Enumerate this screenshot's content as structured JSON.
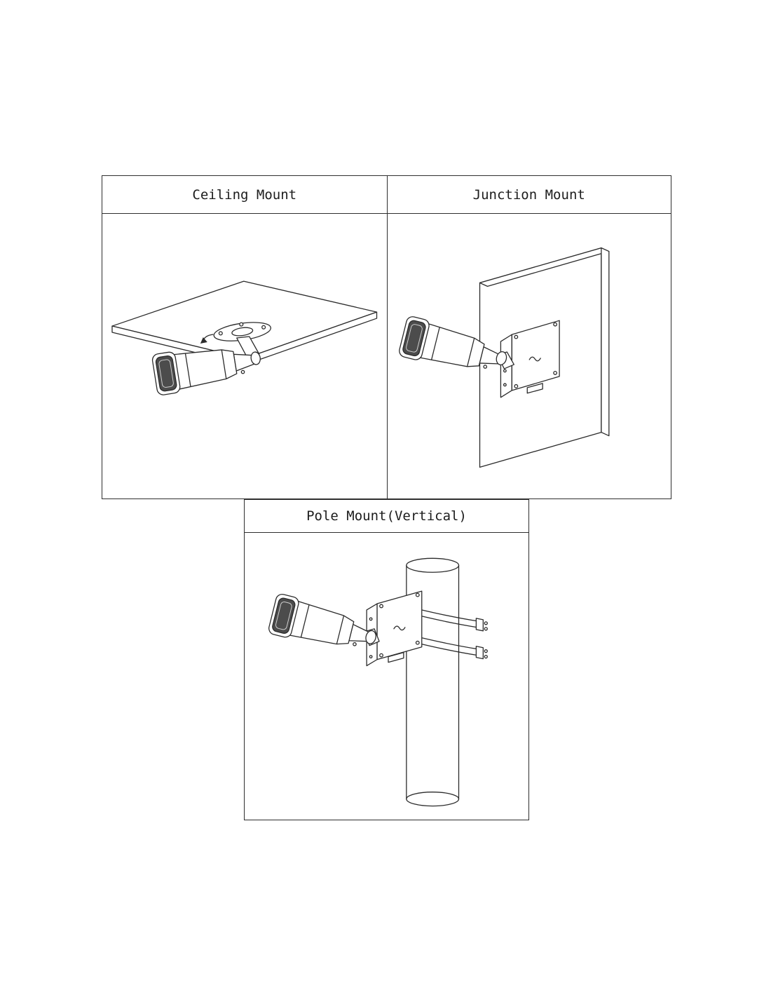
{
  "document": {
    "background": "#ffffff",
    "line_color": "#2b2b2b",
    "lens_color": "#4c4c4c"
  },
  "panels": {
    "ceiling": {
      "title": "Ceiling Mount"
    },
    "junction": {
      "title": "Junction Mount"
    },
    "pole": {
      "title": "Pole Mount(Vertical)"
    }
  }
}
